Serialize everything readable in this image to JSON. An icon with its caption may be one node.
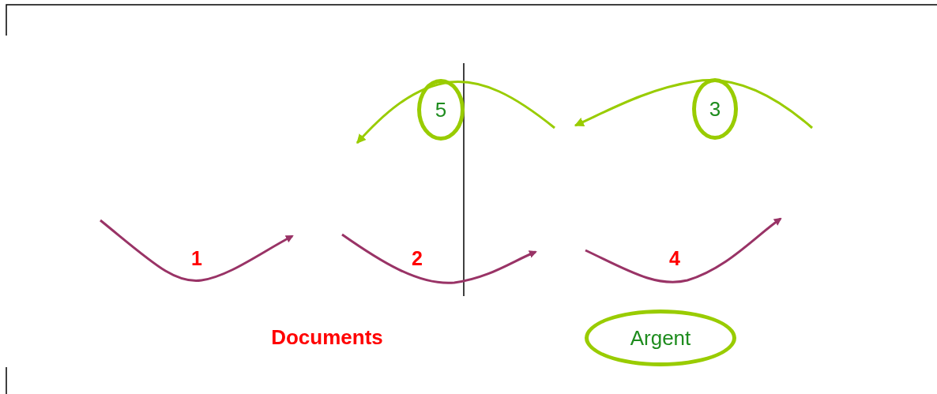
{
  "diagram": {
    "nodes": [
      {
        "text": [
          "5"
        ]
      },
      {
        "text": [
          "3"
        ]
      },
      {
        "text": [
          "Argent"
        ]
      }
    ],
    "labels": [
      "1",
      "2",
      "4",
      "Documents"
    ]
  }
}
